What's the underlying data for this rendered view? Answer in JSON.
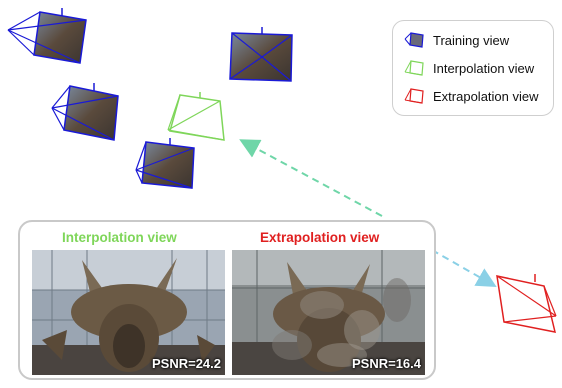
{
  "legend": {
    "training": "Training view",
    "interpolation": "Interpolation view",
    "extrapolation": "Extrapolation view"
  },
  "comparison": {
    "interpolation_title": "Interpolation view",
    "extrapolation_title": "Extrapolation view",
    "interpolation_psnr": "PSNR=24.2",
    "extrapolation_psnr": "PSNR=16.4"
  },
  "colors": {
    "training": "#1a1ad6",
    "interpolation": "#7fd65a",
    "extrapolation": "#e02020",
    "interp_arrow": "#6fd6a8",
    "extrap_arrow": "#8ad0e6"
  }
}
